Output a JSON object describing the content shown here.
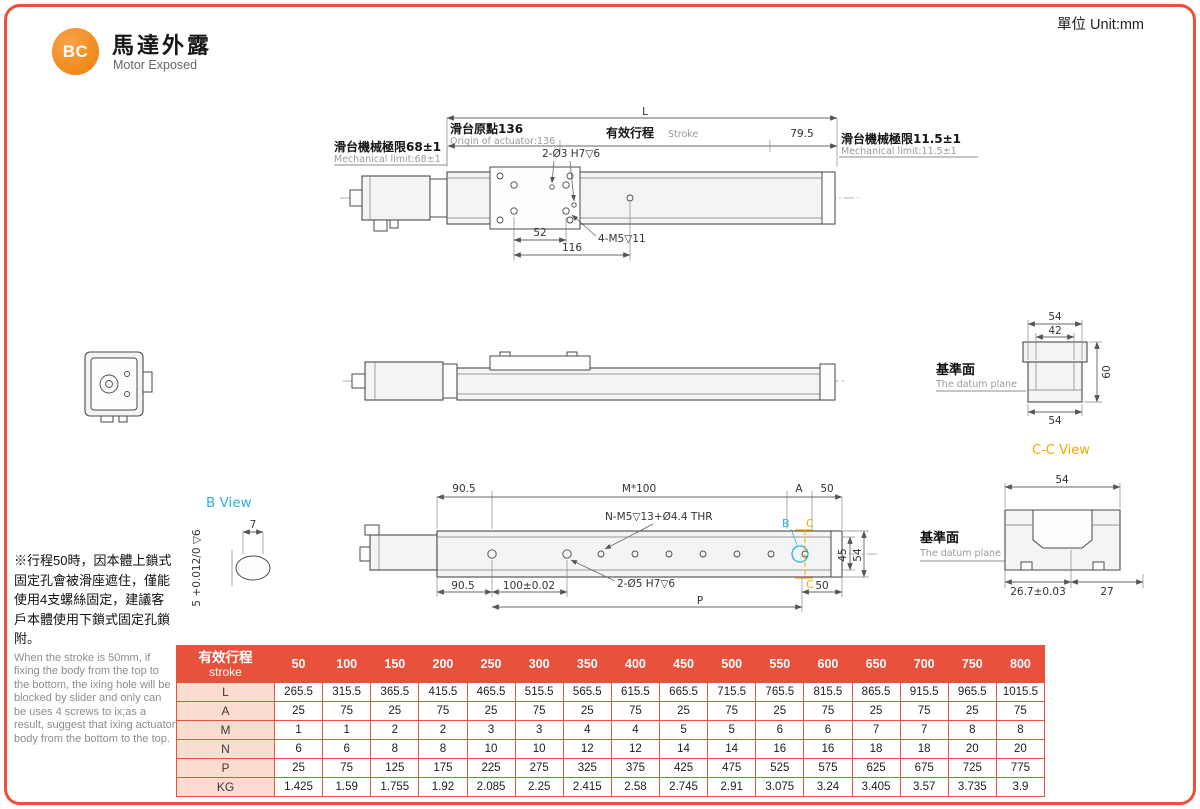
{
  "page": {
    "unit": "單位 Unit:mm",
    "logo_text": "BC",
    "title_zh": "馬達外露",
    "title_en": "Motor Exposed"
  },
  "colors": {
    "accent_red": "#e8513c",
    "marker_cyan": "#29b2d5",
    "marker_orange": "#f5a800",
    "logo_orange": "#ee7f04"
  },
  "top_view": {
    "dim_L": "L",
    "origin_zh": "滑台原點136",
    "origin_en": "Origin of actuator:136",
    "stroke_zh": "有效行程",
    "stroke_en": "Stroke",
    "dim_right": "79.5",
    "mech_left_zh": "滑台機械極限68±1",
    "mech_left_en": "Mechanical limit:68±1",
    "mech_right_zh": "滑台機械極限11.5±1",
    "mech_right_en": "Mechanical limit:11.5±1",
    "pin_holes": "2-Ø3 H7▽6",
    "dim_52": "52",
    "dim_116": "116",
    "screws": "4-M5▽11"
  },
  "datum_view": {
    "dim_top": "54",
    "dim_inner": "42",
    "dim_height": "60",
    "dim_bottom": "54",
    "datum_zh": "基準面",
    "datum_en": "The datum plane",
    "cc_label": "C-C View"
  },
  "b_view": {
    "label": "B View",
    "dim_width": "7",
    "dim_depth": "5 +0.012/0 ▽6"
  },
  "front_view": {
    "dim_90_5_top": "90.5",
    "dim_pitch": "M*100",
    "dim_A": "A",
    "dim_50_top": "50",
    "thread_holes": "N-M5▽13+Ø4.4 THR",
    "marker_B": "B",
    "marker_C": "C",
    "dim_45": "45",
    "dim_54": "54",
    "dim_90_5_bottom": "90.5",
    "dim_100": "100±0.02",
    "pin_holes": "2-Ø5 H7▽6",
    "dim_P": "P",
    "dim_50_bottom": "50",
    "datum_zh": "基準面",
    "datum_en": "The datum plane"
  },
  "cc_view": {
    "dim_54": "54",
    "dim_26_7": "26.7±0.03",
    "dim_27": "27"
  },
  "note": {
    "zh": "※行程50時，因本體上鎖式固定孔會被滑座遮住，僅能使用4支螺絲固定，建議客戶本體使用下鎖式固定孔鎖附。",
    "en": "When the stroke is 50mm, if fixing the body from the top to the bottom, the ixing hole will be blocked by slider and only can be uses 4 screws to ix;as a result, suggest that ixing actuator body from the bottom to the top."
  },
  "table": {
    "header_zh": "有效行程",
    "header_en": "stroke",
    "strokes": [
      "50",
      "100",
      "150",
      "200",
      "250",
      "300",
      "350",
      "400",
      "450",
      "500",
      "550",
      "600",
      "650",
      "700",
      "750",
      "800"
    ],
    "rows": [
      {
        "label": "L",
        "values": [
          "265.5",
          "315.5",
          "365.5",
          "415.5",
          "465.5",
          "515.5",
          "565.5",
          "615.5",
          "665.5",
          "715.5",
          "765.5",
          "815.5",
          "865.5",
          "915.5",
          "965.5",
          "1015.5"
        ]
      },
      {
        "label": "A",
        "values": [
          "25",
          "75",
          "25",
          "75",
          "25",
          "75",
          "25",
          "75",
          "25",
          "75",
          "25",
          "75",
          "25",
          "75",
          "25",
          "75"
        ]
      },
      {
        "label": "M",
        "values": [
          "1",
          "1",
          "2",
          "2",
          "3",
          "3",
          "4",
          "4",
          "5",
          "5",
          "6",
          "6",
          "7",
          "7",
          "8",
          "8"
        ]
      },
      {
        "label": "N",
        "values": [
          "6",
          "6",
          "8",
          "8",
          "10",
          "10",
          "12",
          "12",
          "14",
          "14",
          "16",
          "16",
          "18",
          "18",
          "20",
          "20"
        ]
      },
      {
        "label": "P",
        "values": [
          "25",
          "75",
          "125",
          "175",
          "225",
          "275",
          "325",
          "375",
          "425",
          "475",
          "525",
          "575",
          "625",
          "675",
          "725",
          "775"
        ]
      },
      {
        "label": "KG",
        "values": [
          "1.425",
          "1.59",
          "1.755",
          "1.92",
          "2.085",
          "2.25",
          "2.415",
          "2.58",
          "2.745",
          "2.91",
          "3.075",
          "3.24",
          "3.405",
          "3.57",
          "3.735",
          "3.9"
        ]
      }
    ]
  }
}
